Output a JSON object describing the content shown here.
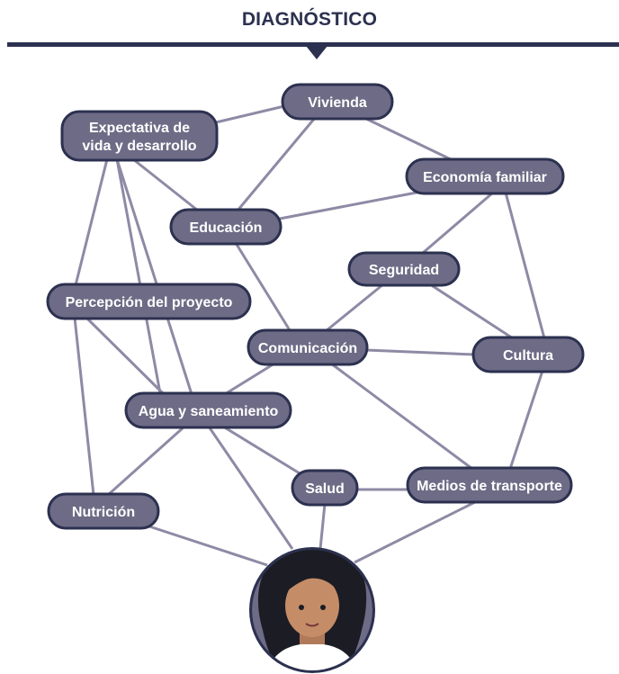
{
  "title": "DIAGNÓSTICO",
  "colors": {
    "node_fill": "#6e6b86",
    "node_stroke": "#2c3150",
    "edge": "#8e8aa5",
    "title": "#2c3150"
  },
  "nodes": [
    {
      "id": "vivienda",
      "lines": [
        "Vivienda"
      ]
    },
    {
      "id": "expectativa",
      "lines": [
        "Expectativa de",
        "vida y desarrollo"
      ]
    },
    {
      "id": "economia",
      "lines": [
        "Economía familiar"
      ]
    },
    {
      "id": "educacion",
      "lines": [
        "Educación"
      ]
    },
    {
      "id": "seguridad",
      "lines": [
        "Seguridad"
      ]
    },
    {
      "id": "percepcion",
      "lines": [
        "Percepción del proyecto"
      ]
    },
    {
      "id": "comunicacion",
      "lines": [
        "Comunicación"
      ]
    },
    {
      "id": "cultura",
      "lines": [
        "Cultura"
      ]
    },
    {
      "id": "agua",
      "lines": [
        "Agua y saneamiento"
      ]
    },
    {
      "id": "salud",
      "lines": [
        "Salud"
      ]
    },
    {
      "id": "medios",
      "lines": [
        "Medios de transporte"
      ]
    },
    {
      "id": "nutricion",
      "lines": [
        "Nutrición"
      ]
    },
    {
      "id": "persona",
      "lines": []
    }
  ],
  "edges": [
    [
      "expectativa",
      "vivienda"
    ],
    [
      "vivienda",
      "economia"
    ],
    [
      "vivienda",
      "educacion"
    ],
    [
      "expectativa",
      "educacion"
    ],
    [
      "educacion",
      "economia"
    ],
    [
      "economia",
      "seguridad"
    ],
    [
      "economia",
      "cultura"
    ],
    [
      "educacion",
      "comunicacion"
    ],
    [
      "expectativa",
      "percepcion"
    ],
    [
      "expectativa",
      "agua"
    ],
    [
      "expectativa",
      "agua2"
    ],
    [
      "seguridad",
      "comunicacion"
    ],
    [
      "seguridad",
      "cultura"
    ],
    [
      "comunicacion",
      "cultura"
    ],
    [
      "comunicacion",
      "agua"
    ],
    [
      "comunicacion",
      "medios"
    ],
    [
      "percepcion",
      "agua"
    ],
    [
      "percepcion",
      "nutricion"
    ],
    [
      "agua",
      "nutricion"
    ],
    [
      "agua",
      "salud"
    ],
    [
      "agua",
      "persona"
    ],
    [
      "cultura",
      "medios"
    ],
    [
      "salud",
      "medios"
    ],
    [
      "salud",
      "persona"
    ],
    [
      "medios",
      "persona"
    ],
    [
      "nutricion",
      "persona"
    ]
  ]
}
